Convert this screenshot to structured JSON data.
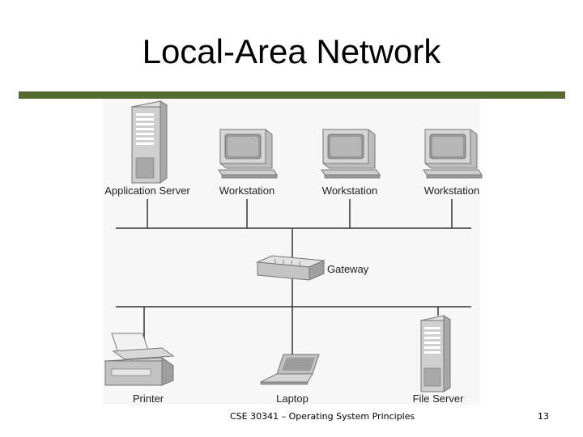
{
  "slide": {
    "title": "Local-Area Network",
    "footer": "CSE 30341 – Operating System Principles",
    "page_number": "13"
  },
  "nodes": {
    "application_server": "Application Server",
    "workstation_1": "Workstation",
    "workstation_2": "Workstation",
    "workstation_3": "Workstation",
    "gateway": "Gateway",
    "printer": "Printer",
    "laptop": "Laptop",
    "file_server": "File Server"
  },
  "colors": {
    "title_bar": "#556b2f",
    "device_fill": "#c8c8c8",
    "device_dark": "#8a8a8a",
    "line": "#333333"
  }
}
